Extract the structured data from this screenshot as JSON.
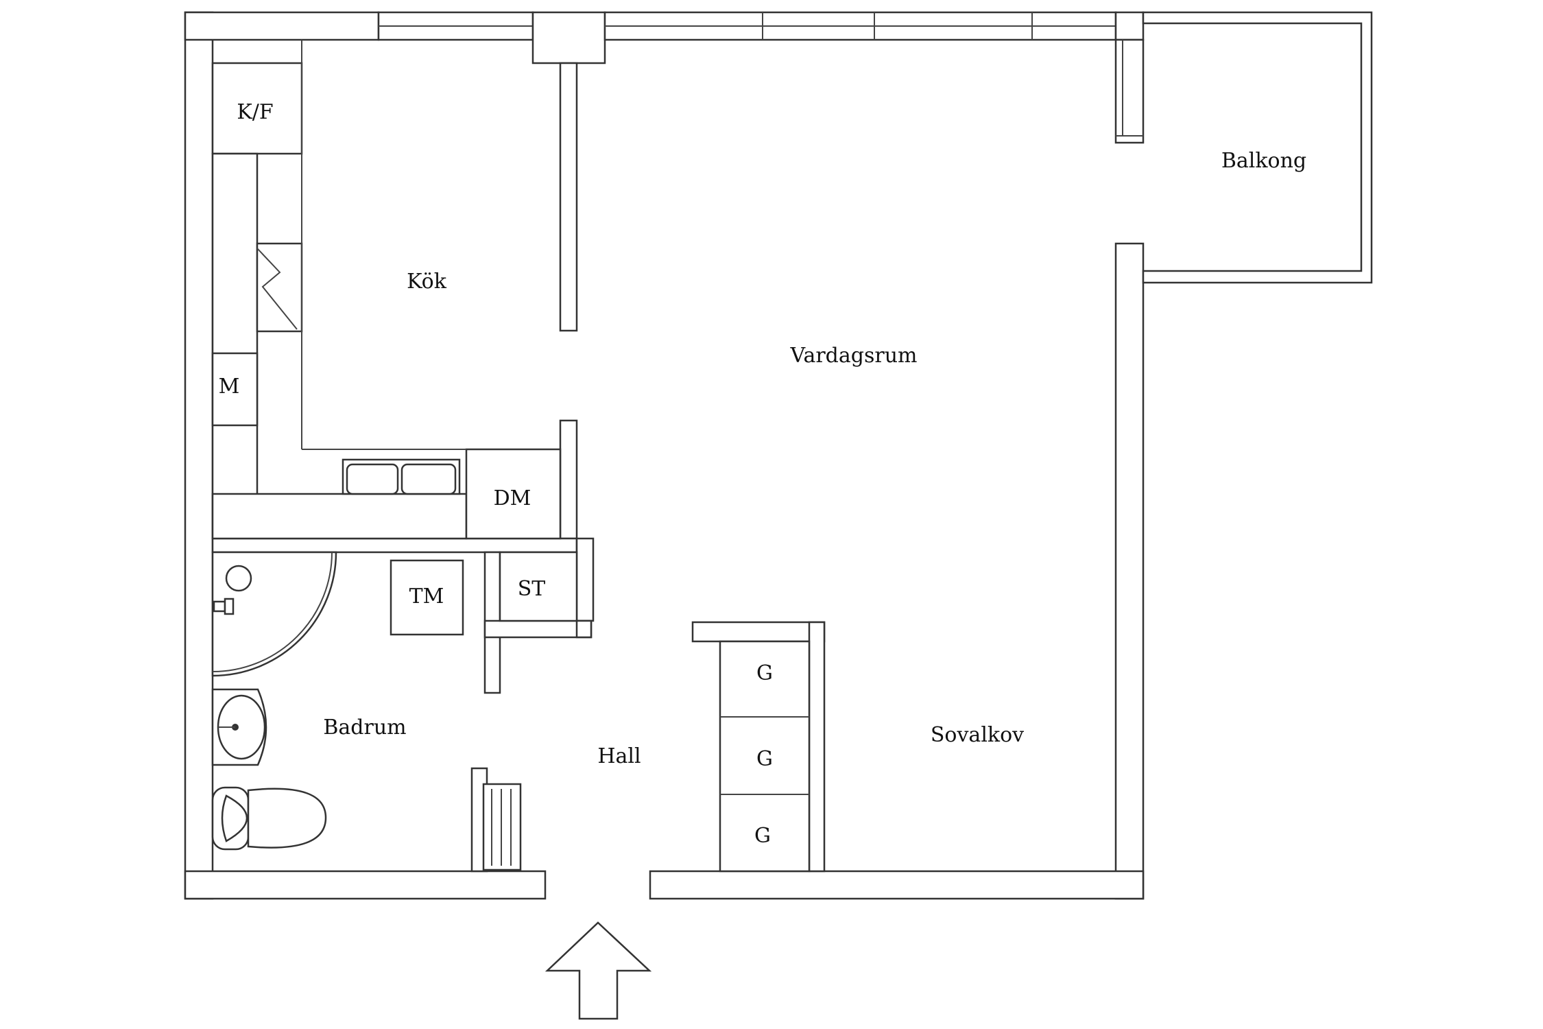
{
  "rooms": {
    "kf": "K/F",
    "kok": "Kök",
    "m": "M",
    "dm": "DM",
    "vardagsrum": "Vardagsrum",
    "balkong": "Balkong",
    "tm": "TM",
    "st": "ST",
    "badrum": "Badrum",
    "hall": "Hall",
    "g1": "G",
    "g2": "G",
    "g3": "G",
    "sovalkov": "Sovalkov"
  }
}
